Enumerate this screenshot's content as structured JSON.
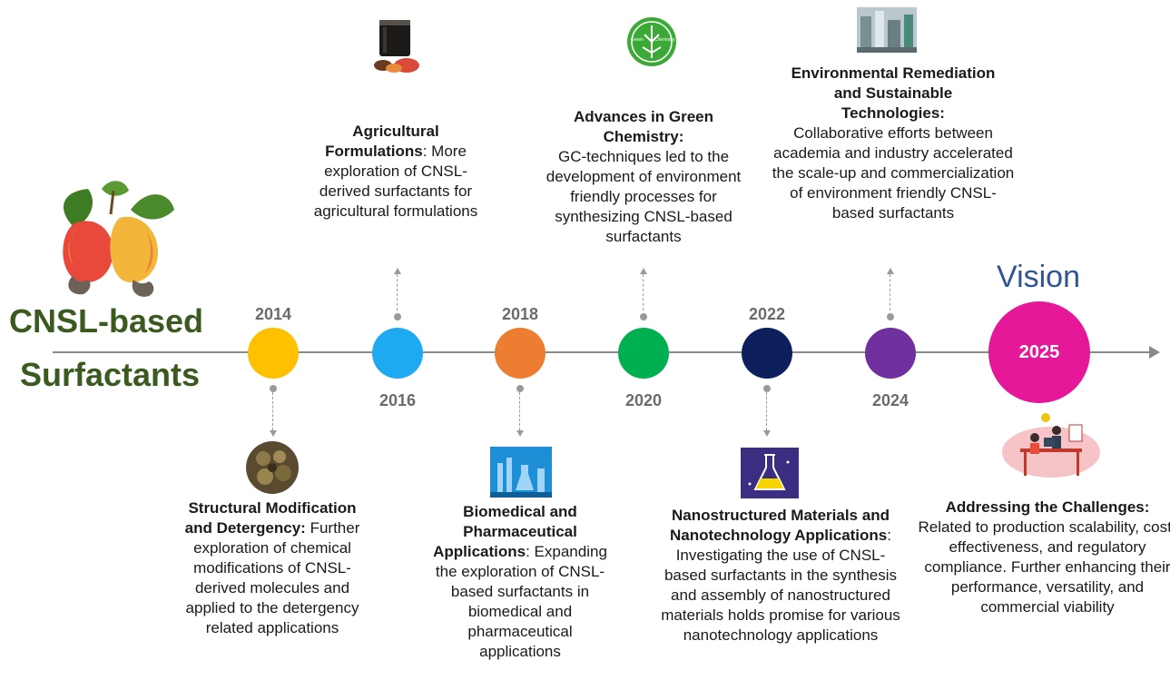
{
  "title": {
    "line1": "CNSL-based",
    "line2": "Surfactants"
  },
  "vision_label": "Vision",
  "colors": {
    "title_green": "#3a5a1f",
    "vision_blue": "#2f5597",
    "n2014": "#ffc000",
    "n2016": "#1eaaf1",
    "n2018": "#ed7d31",
    "n2020": "#00b050",
    "n2022": "#0d1f5c",
    "n2024": "#7030a0",
    "n2025": "#e5189a"
  },
  "milestones": [
    {
      "year": "2014",
      "title": "Structural Modification and Detergency:",
      "body": "Further exploration of chemical modifications of CNSL-derived molecules and applied to the detergency related applications",
      "icon": "cashew-nut-shells-icon"
    },
    {
      "year": "2016",
      "title": "Agricultural Formulations",
      "body": ": More exploration of CNSL-derived surfactants for agricultural formulations",
      "icon": "cnsl-liquid-jar-icon"
    },
    {
      "year": "2018",
      "title": "Biomedical and Pharmaceutical Applications",
      "body": ": Expanding the exploration of CNSL-based surfactants in biomedical and pharmaceutical applications",
      "icon": "lab-glassware-icon"
    },
    {
      "year": "2020",
      "title": "Advances in Green Chemistry:",
      "body": "GC-techniques led to the development of environment friendly processes for synthesizing CNSL-based surfactants",
      "icon": "green-chemistry-logo-icon",
      "icon_text_left": "Green",
      "icon_text_right": "Chemistry"
    },
    {
      "year": "2022",
      "title": "Nanostructured Materials and Nanotechnology Applications",
      "body": ": Investigating the use of CNSL-based surfactants in the synthesis and assembly of nanostructured materials holds promise for various nanotechnology applications",
      "icon": "flask-icon"
    },
    {
      "year": "2024",
      "title": "Environmental Remediation and Sustainable Technologies:",
      "body": "Collaborative efforts between academia and industry accelerated the scale-up and commercialization of environment friendly CNSL-based surfactants",
      "icon": "industrial-plant-icon"
    },
    {
      "year": "2025",
      "title": "Addressing the Challenges:",
      "body": "Related to production scalability, cost-effectiveness, and regulatory compliance. Further enhancing their performance, versatility, and commercial viability",
      "icon": "team-collaboration-icon"
    }
  ]
}
